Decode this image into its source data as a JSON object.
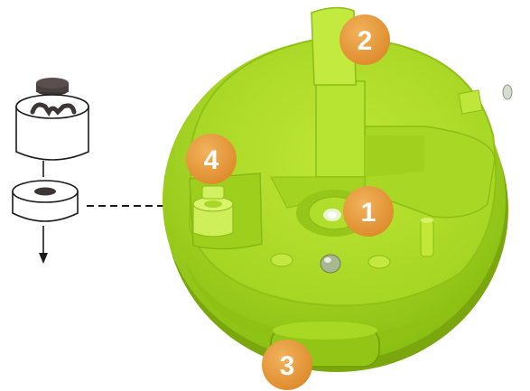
{
  "colors": {
    "base_outer": "#9bd11a",
    "base_inner": "#b5e02a",
    "base_dark": "#7fae10",
    "base_light": "#c9ec4a",
    "callout": "#e89a3c",
    "callout_text": "#ffffff",
    "line": "#1a1a1a"
  },
  "callouts": [
    {
      "label": "1",
      "part": "ultrasonic-transducer"
    },
    {
      "label": "2",
      "part": "top-post"
    },
    {
      "label": "3",
      "part": "front-knob"
    },
    {
      "label": "4",
      "part": "float-valve"
    }
  ],
  "icons": [
    "float-assembly-icon",
    "down-arrow-icon"
  ]
}
